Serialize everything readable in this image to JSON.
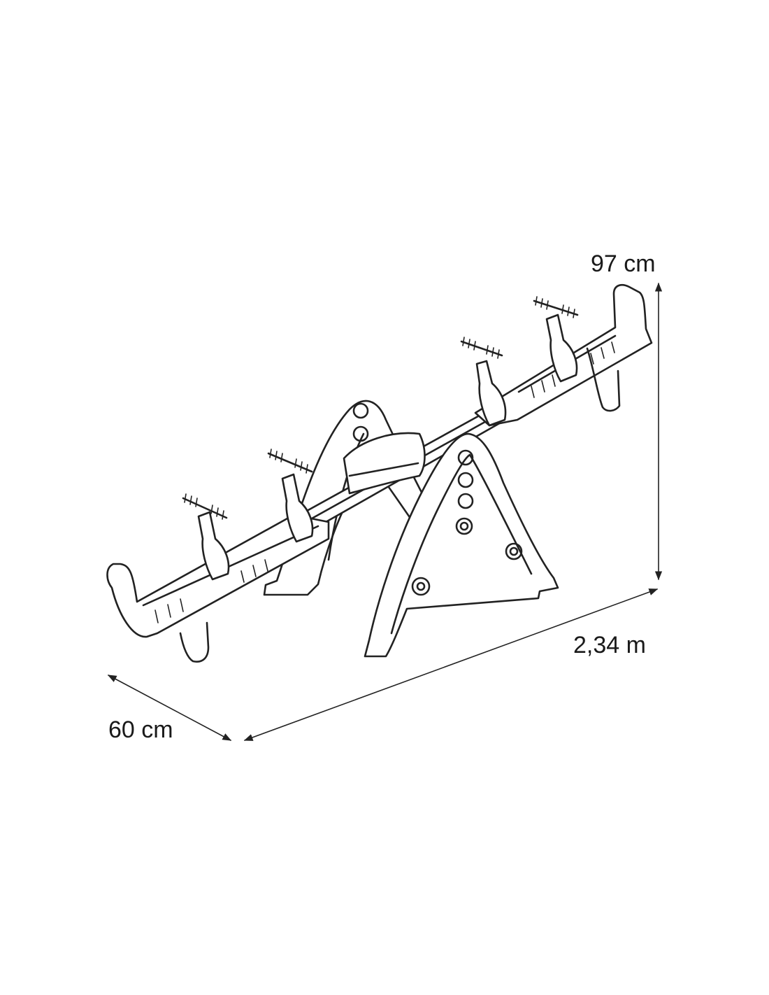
{
  "dimensions": {
    "height": "97 cm",
    "length": "2,34 m",
    "depth": "60 cm"
  },
  "colors": {
    "line": "#222222",
    "background": "#ffffff"
  }
}
